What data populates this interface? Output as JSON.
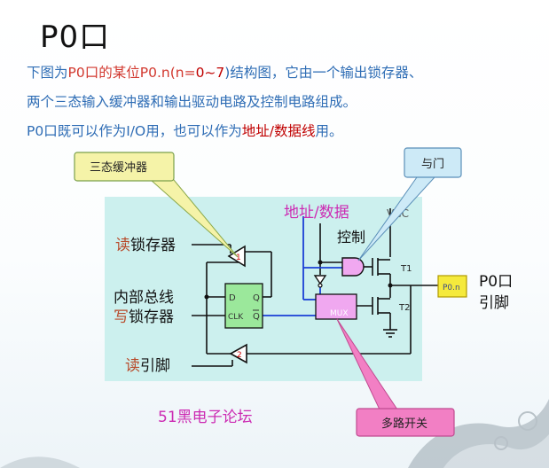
{
  "title": "P0口",
  "paragraph": {
    "line1_a": "下图为",
    "line1_b": "P0口的某位",
    "line1_c": "P0.n(n=",
    "line1_d": "0~7",
    "line1_e": ")结构图，它由一个输出锁存器、",
    "line2": "两个三态输入缓冲器和输出驱动电路及控制电路组成。",
    "line3_a": "P0口既可以作为I/O用，也可以作为",
    "line3_b": "地址/数据线",
    "line3_c": "用。"
  },
  "callouts": {
    "tristate_buffer": "三态缓冲器",
    "and_gate": "与门",
    "multiplexer": "多路开关"
  },
  "diagram": {
    "addr_data": "地址/数据",
    "control": "控制",
    "vcc": "VCC",
    "read_latch_a": "读",
    "read_latch_b": "锁存器",
    "internal_bus": "内部总线",
    "write_latch_a": "写",
    "write_latch_b": "锁存器",
    "read_pin_a": "读",
    "read_pin_b": "引脚",
    "ff_d": "D",
    "ff_q": "Q",
    "ff_clk": "CLK",
    "ff_qbar": "Q",
    "mux": "MUX",
    "t1": "T1",
    "t2": "T2",
    "pin_box": "P0.n",
    "port_label_a": "P0口",
    "port_label_b": "引脚",
    "buf1_num": "1",
    "buf2_num": "2"
  },
  "footer": "51黑电子论坛",
  "colors": {
    "paragraph_text": "#2f6db5",
    "highlight_red": "#d2382f",
    "diagram_bg": "#ccf0ee",
    "latch_fill": "#9be89b",
    "mux_fill": "#f0a8f0",
    "pin_fill": "#f5ea3c",
    "magenta": "#cc2bb3",
    "callout_yellow": "#f5f3a8",
    "callout_blue": "#cdeaf7",
    "callout_pink": "#f27fc4"
  }
}
